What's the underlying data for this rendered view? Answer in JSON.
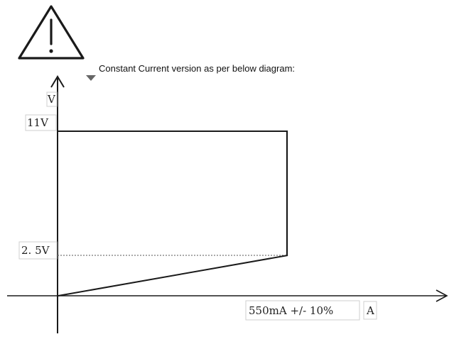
{
  "note": {
    "text": "Constant Current version as per below diagram:"
  },
  "icons": {
    "warning": "warning-triangle-icon",
    "marker": "triangle-down-icon"
  },
  "diagram": {
    "y_axis_unit": "V",
    "x_axis_unit": "A",
    "upper_voltage_label": "11V",
    "lower_voltage_label": "2. 5V",
    "current_label": "550mA +/- 10%"
  },
  "colors": {
    "line": "#1a1a1a",
    "dotted_line": "#555555",
    "label_box": "#cfcfcf",
    "marker": "#666666"
  }
}
